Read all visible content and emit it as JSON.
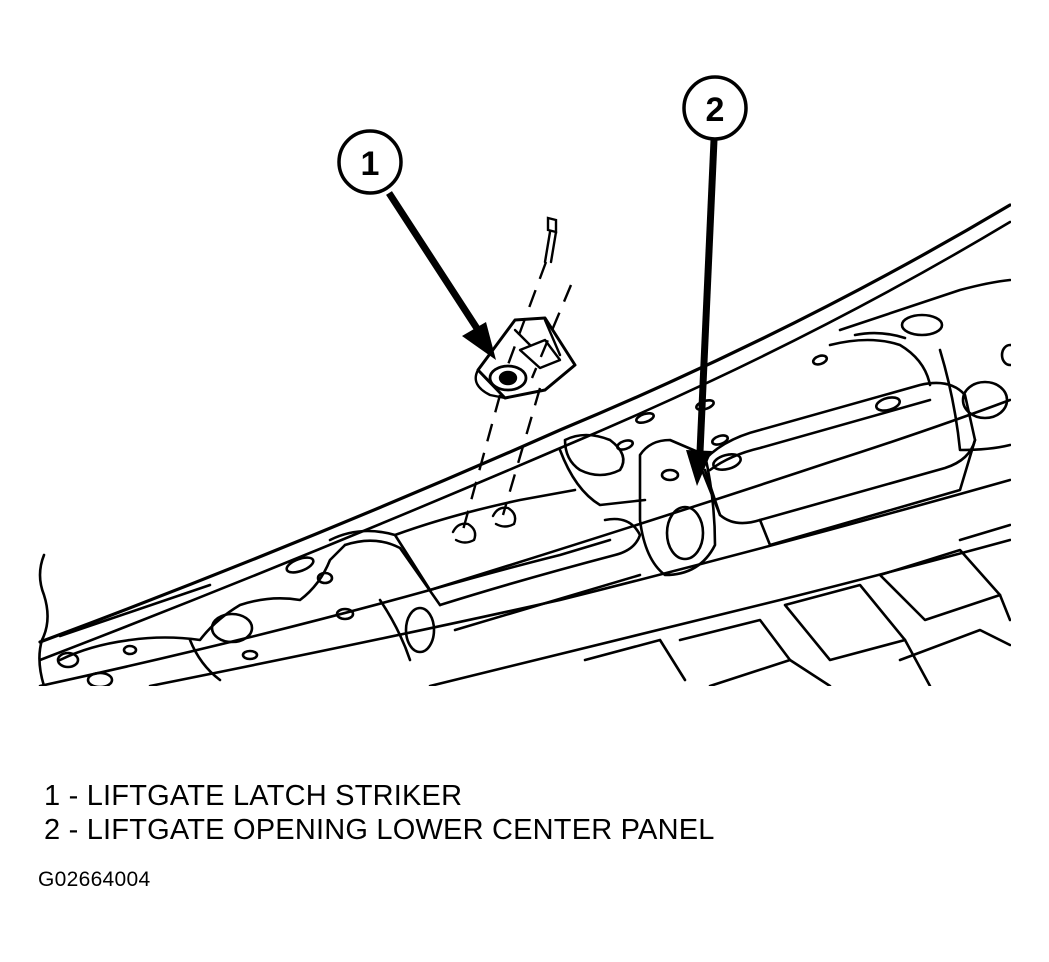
{
  "callouts": [
    {
      "number": "1"
    },
    {
      "number": "2"
    }
  ],
  "legend": [
    {
      "number": "1",
      "text": "1 - LIFTGATE LATCH STRIKER"
    },
    {
      "number": "2",
      "text": "2 - LIFTGATE OPENING LOWER CENTER PANEL"
    }
  ],
  "figure_id": "G02664004",
  "colors": {
    "line": "#000000",
    "background": "#ffffff"
  }
}
